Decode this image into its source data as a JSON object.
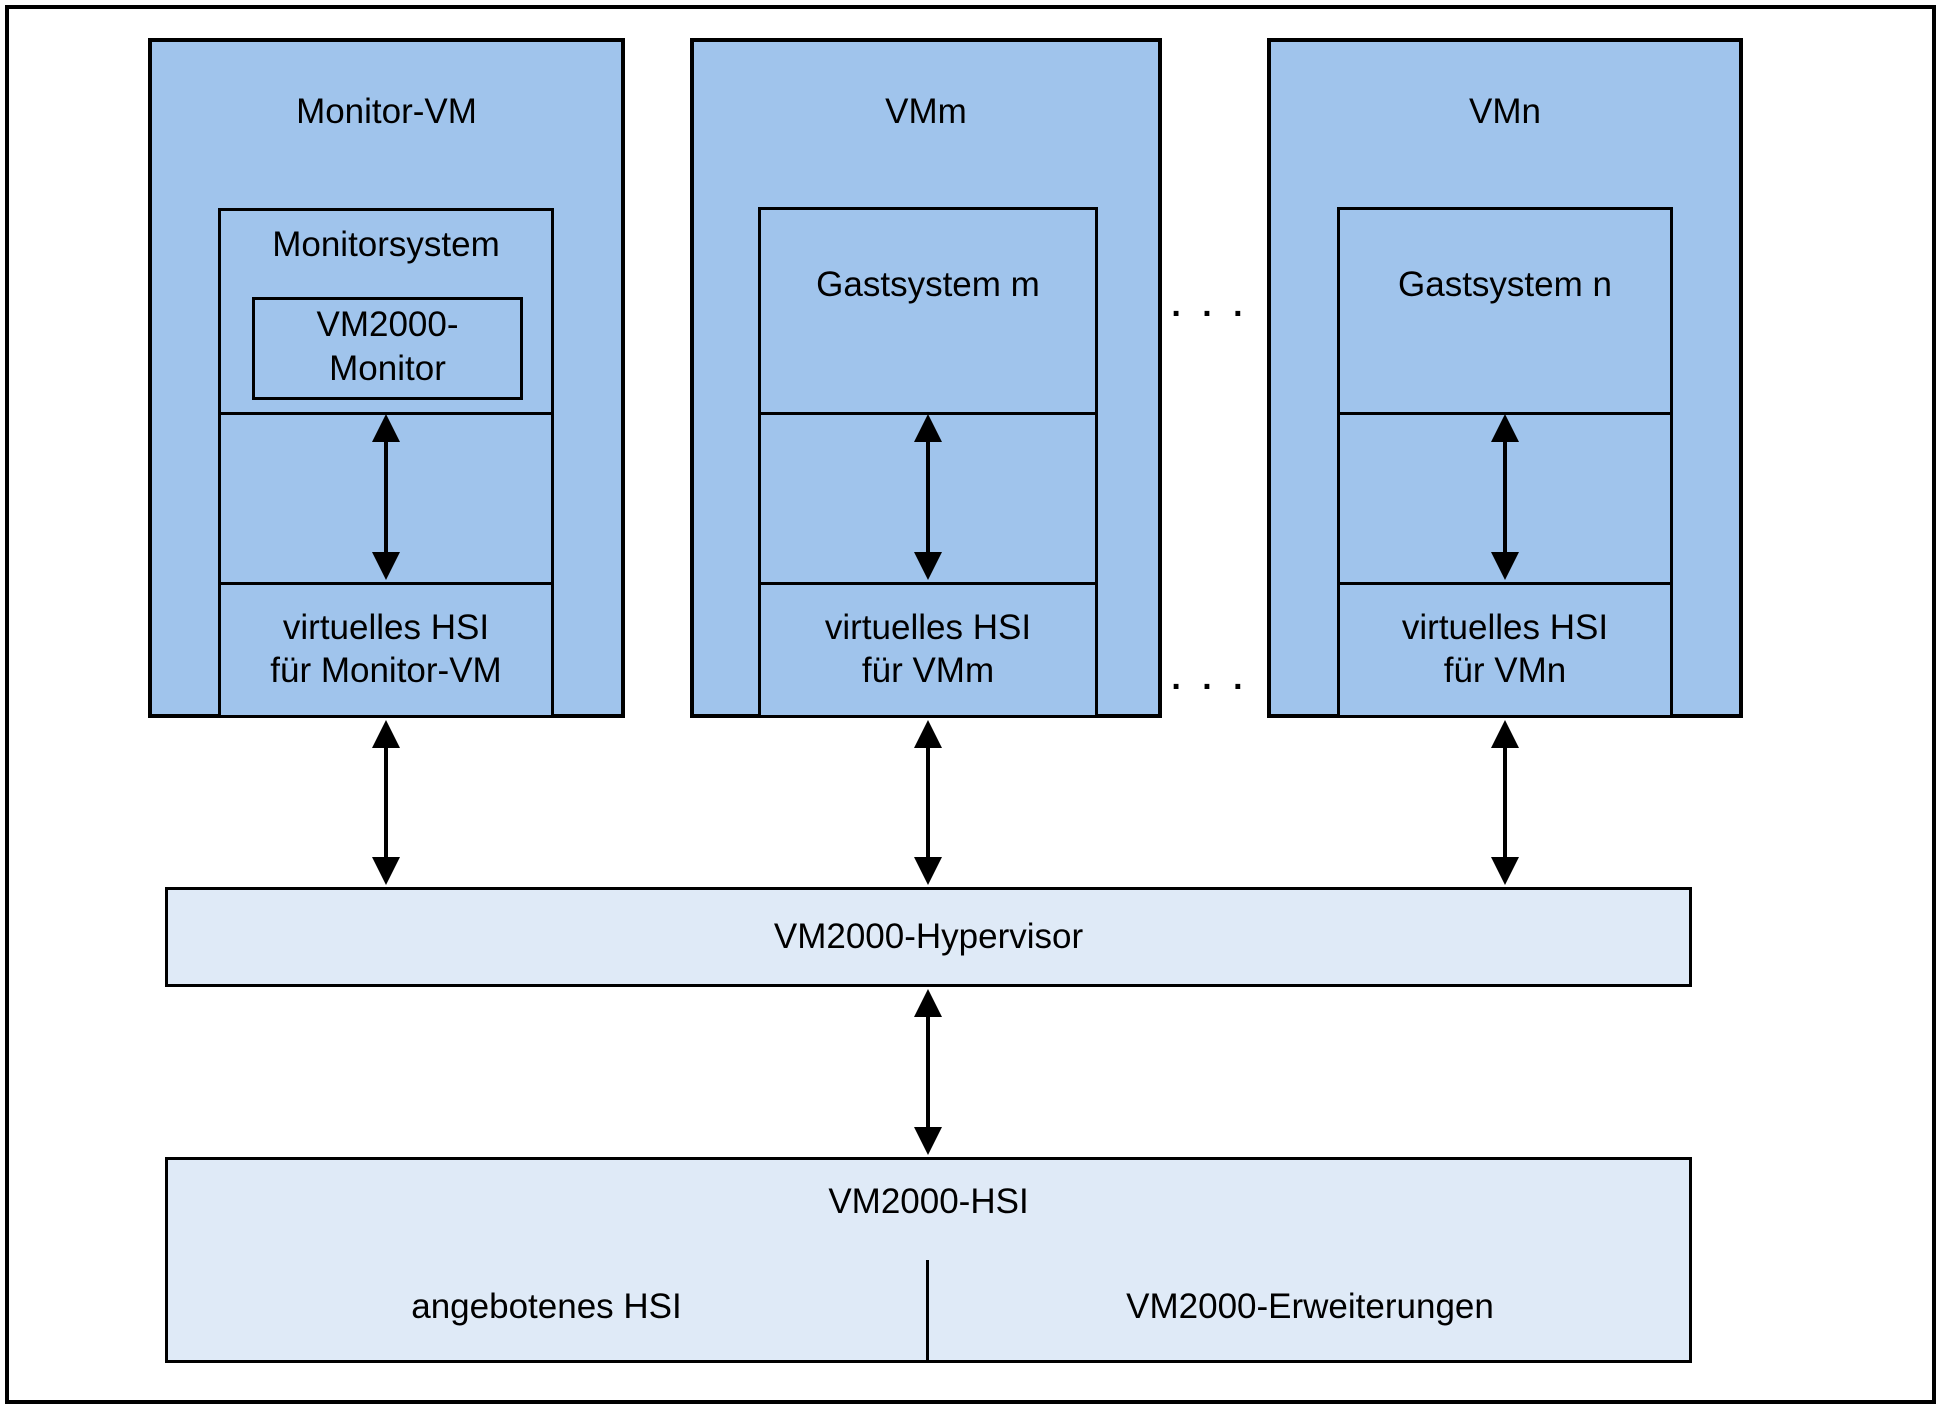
{
  "vms": [
    {
      "title": "Monitor-VM",
      "system_label": "Monitorsystem",
      "monitor_lines": [
        "VM2000-",
        "Monitor"
      ],
      "hsi_lines": [
        "virtuelles HSI",
        "für Monitor-VM"
      ]
    },
    {
      "title": "VMm",
      "guest_label": "Gastsystem m",
      "hsi_lines": [
        "virtuelles HSI",
        "für VMm"
      ]
    },
    {
      "title": "VMn",
      "guest_label": "Gastsystem n",
      "hsi_lines": [
        "virtuelles HSI",
        "für VMn"
      ]
    }
  ],
  "ellipsis": ". . .",
  "hypervisor_label": "VM2000-Hypervisor",
  "hsi": {
    "title": "VM2000-HSI",
    "left_label": "angebotenes HSI",
    "right_label": "VM2000-Erweiterungen"
  },
  "colors": {
    "vm_fill": "#a0c4ec",
    "layer_fill": "#dfeaf7",
    "line": "#000000"
  }
}
